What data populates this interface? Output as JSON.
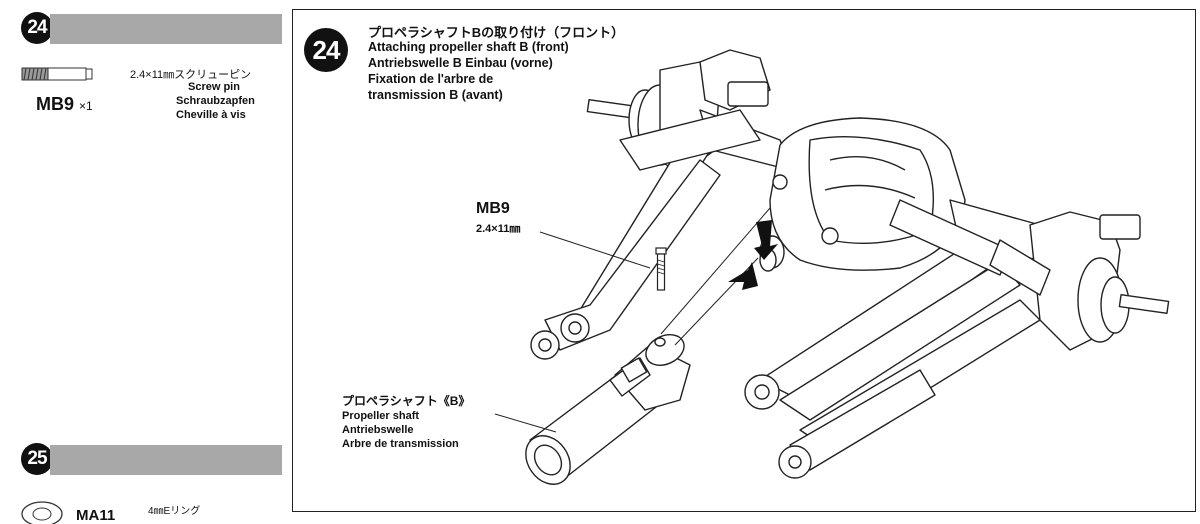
{
  "sidebar": {
    "step24": {
      "number": "24",
      "part": {
        "jp": "2.4×11㎜スクリューピン",
        "en": "Screw pin",
        "de": "Schraubzapfen",
        "fr": "Cheville à vis",
        "code": "MB9",
        "qty": "×1"
      }
    },
    "step25": {
      "number": "25",
      "part": {
        "jp": "4㎜Eリング",
        "code": "MA11"
      }
    }
  },
  "main": {
    "number": "24",
    "title_jp": "プロペラシャフトBの取り付け（フロント）",
    "title_en": "Attaching propeller shaft B (front)",
    "title_de": "Antriebswelle B Einbau (vorne)",
    "title_fr_1": "Fixation de l'arbre de",
    "title_fr_2": "transmission B (avant)",
    "callout_mb9": {
      "code": "MB9",
      "size": "2.4×11㎜"
    },
    "callout_shaft": {
      "jp": "プロペラシャフト《B》",
      "en": "Propeller shaft",
      "de": "Antriebswelle",
      "fr": "Arbre de transmission"
    }
  }
}
